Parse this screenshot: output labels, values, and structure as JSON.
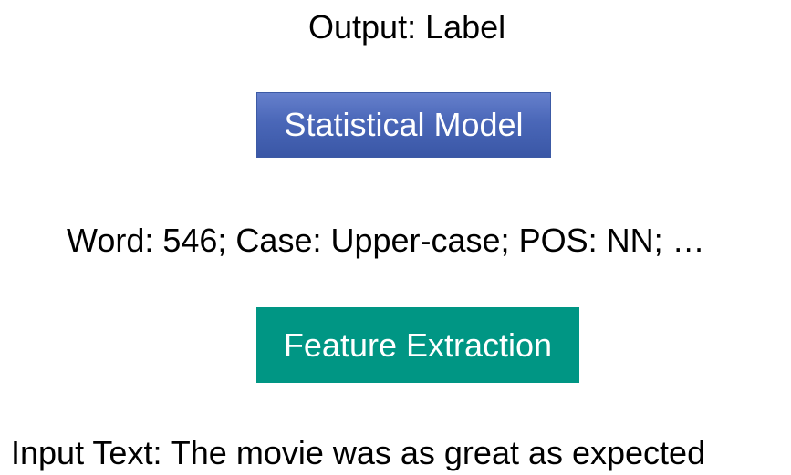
{
  "diagram": {
    "output": "Output: Label",
    "model_box": "Statistical Model",
    "features": "Word: 546; Case: Upper-case; POS: NN; …",
    "extraction_box": "Feature Extraction",
    "input": "Input Text: The movie was as great as expected"
  },
  "colors": {
    "model_box": "#4a67b8",
    "extraction_box": "#009684"
  }
}
